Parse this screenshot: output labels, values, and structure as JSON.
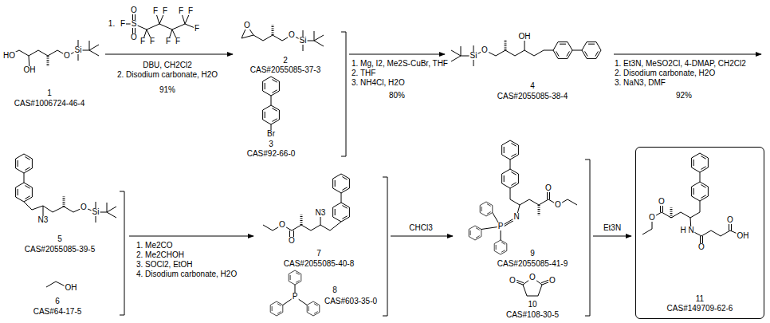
{
  "diagram": {
    "nodes": [
      {
        "text": [
          "11",
          "CAS#149709-62-6"
        ]
      }
    ],
    "labels": [
      "HO",
      "OH",
      "O",
      "Si",
      "1",
      "CAS#1006724-46-4",
      "1.",
      "F",
      "S",
      "O",
      "O",
      "F",
      "F",
      "F",
      "F",
      "F",
      "F",
      "F",
      "F",
      "F",
      "DBU, CH2Cl2",
      "2. Disodium carbonate, H2O",
      "91%",
      "O",
      "O",
      "Si",
      "2",
      "CAS#2055085-37-3",
      "Br",
      "3",
      "CAS#92-66-0",
      "1. Mg, I2, Me2S-CuBr, THF",
      "2. THF",
      "3. NH4Cl, H2O",
      "80%",
      "Si",
      "O",
      "OH",
      "4",
      "CAS#2055085-38-4",
      "1. Et3N, MeSO2Cl, 4-DMAP, CH2Cl2",
      "2. Disodium carbonate, H2O",
      "3. NaN3, DMF",
      "92%",
      "N3",
      "O",
      "Si",
      "5",
      "CAS#2055085-39-5",
      "OH",
      "6",
      "CAS#64-17-5",
      "1. Me2CO",
      "2. Me2CHOH",
      "3. SOCl2, EtOH",
      "4. Disodium carbonate, H2O",
      "O",
      "O",
      "N3",
      "7",
      "CAS#2055085-40-8",
      "P",
      "8",
      "CAS#603-35-0",
      "CHCl3",
      "N",
      "P",
      "O",
      "O",
      "9",
      "CAS#2055085-41-9",
      "O",
      "O",
      "O",
      "10",
      "CAS#108-30-5",
      "Et3N",
      "O",
      "O",
      "H",
      "N",
      "O",
      "O",
      "OH"
    ]
  }
}
